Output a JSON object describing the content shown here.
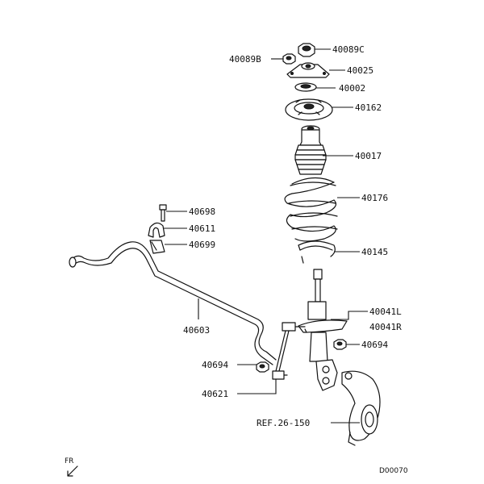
{
  "labels": {
    "p40089c": "40089C",
    "p40089b": "40089B",
    "p40025": "40025",
    "p40002": "40002",
    "p40162": "40162",
    "p40017": "40017",
    "p40176": "40176",
    "p40145": "40145",
    "p40041l": "40041L",
    "p40041r": "40041R",
    "p40694_right": "40694",
    "p40698": "40698",
    "p40611": "40611",
    "p40699": "40699",
    "p40603": "40603",
    "p40694_left": "40694",
    "p40621": "40621",
    "ref": "REF.26-150"
  },
  "footer": {
    "direction_label": "FR",
    "diagram_code": "D00070"
  }
}
